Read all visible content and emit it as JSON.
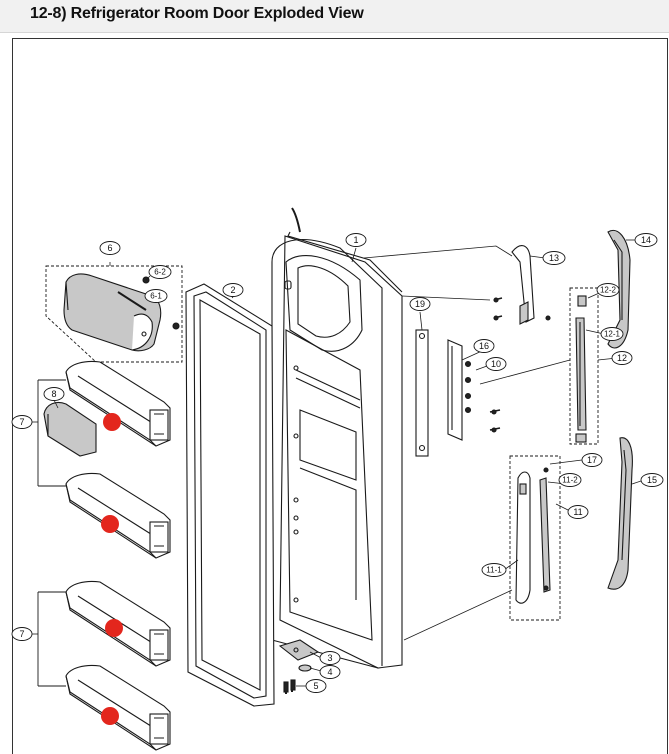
{
  "title": "12-8) Refrigerator Room Door Exploded View",
  "labels": {
    "p1": "1",
    "p2": "2",
    "p3": "3",
    "p4": "4",
    "p5": "5",
    "p6": "6",
    "p6_1": "6-1",
    "p6_2": "6-2",
    "p7a": "7",
    "p7b": "7",
    "p8": "8",
    "p10": "10",
    "p11": "11",
    "p11_1": "11-1",
    "p11_2": "11-2",
    "p12": "12",
    "p12_1": "12-1",
    "p12_2": "12-2",
    "p13": "13",
    "p14": "14",
    "p15": "15",
    "p16": "16",
    "p17": "17",
    "p19": "19"
  },
  "colors": {
    "line": "#1a1a1a",
    "marker": "#e3261d",
    "part_fill": "#ffffff",
    "shade": "#c8c8c8"
  }
}
